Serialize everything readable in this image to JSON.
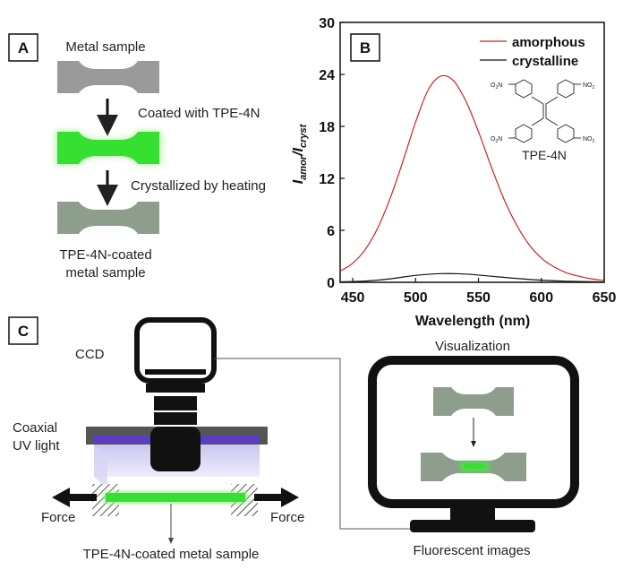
{
  "panel_a": {
    "letter": "A",
    "metal_sample_label": "Metal sample",
    "coated_label": "Coated with TPE-4N",
    "crystallized_label": "Crystallized by heating",
    "result_label_line1": "TPE-4N-coated",
    "result_label_line2": "metal sample",
    "colors": {
      "metal": "#9a9a9a",
      "coated": "#35e030",
      "crystallized": "#8e9e8c"
    }
  },
  "panel_b": {
    "letter": "B",
    "molecule_label": "TPE-4N",
    "no2_label": "NO",
    "no2_sub": "2",
    "o2n_prefix": "O",
    "o2n_sub": "2",
    "o2n_suffix": "N"
  },
  "chart_data": {
    "type": "line",
    "xlabel": "Wavelength (nm)",
    "ylabel_main": "I",
    "ylabel_sub1": "amor",
    "ylabel_mid": "/I",
    "ylabel_sub2": "cryst",
    "xlim": [
      440,
      650
    ],
    "ylim": [
      0,
      30
    ],
    "x_ticks": [
      "450",
      "500",
      "550",
      "600",
      "650"
    ],
    "y_ticks": [
      "0",
      "6",
      "12",
      "18",
      "24",
      "30"
    ],
    "x_tick_values": [
      450,
      500,
      550,
      600,
      650
    ],
    "y_tick_values": [
      0,
      6,
      12,
      18,
      24,
      30
    ],
    "legend_position": "top-right",
    "series": [
      {
        "name": "amorphous",
        "color": "#cc2222",
        "x": [
          440,
          450,
          460,
          470,
          480,
          490,
          500,
          510,
          520,
          530,
          540,
          550,
          560,
          570,
          580,
          590,
          600,
          610,
          620,
          630,
          640,
          650
        ],
        "y": [
          1.3,
          2.2,
          3.8,
          6.3,
          9.8,
          14.0,
          18.5,
          22.2,
          23.8,
          23.3,
          20.9,
          17.4,
          13.4,
          9.7,
          6.7,
          4.4,
          2.8,
          1.8,
          1.1,
          0.7,
          0.4,
          0.2
        ]
      },
      {
        "name": "crystalline",
        "color": "#111111",
        "x": [
          440,
          460,
          480,
          500,
          520,
          540,
          560,
          580,
          600,
          620,
          640,
          650
        ],
        "y": [
          0.05,
          0.15,
          0.4,
          0.8,
          1.0,
          0.95,
          0.7,
          0.45,
          0.25,
          0.12,
          0.06,
          0.04
        ]
      }
    ]
  },
  "panel_c": {
    "letter": "C",
    "ccd_label": "CCD",
    "coaxial_line1": "Coaxial",
    "coaxial_line2": "UV light",
    "force_left": "Force",
    "force_right": "Force",
    "sample_label": "TPE-4N-coated metal sample",
    "visualization_label": "Visualization",
    "fluorescent_label": "Fluorescent images",
    "colors": {
      "uv": "#5a3cc8",
      "sample": "#35e030",
      "specimen": "#8e9e8c"
    }
  }
}
